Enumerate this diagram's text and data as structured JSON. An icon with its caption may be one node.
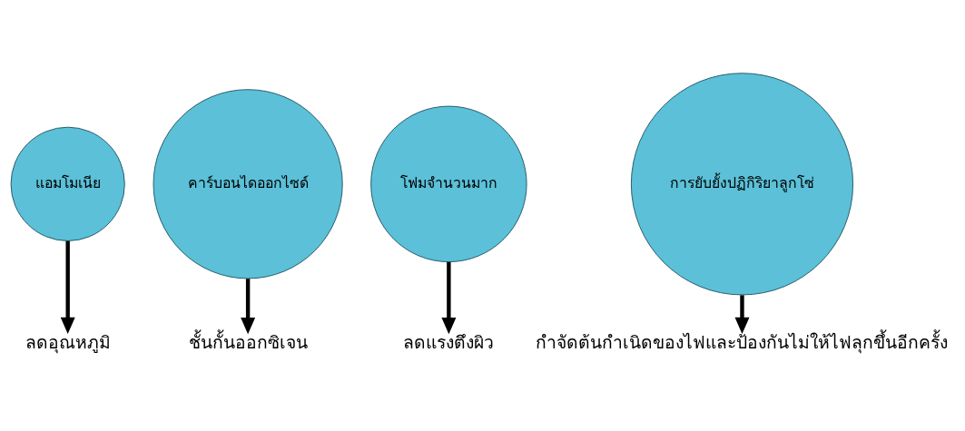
{
  "diagram": {
    "nodes": [
      {
        "text": [
          "แอมโมเนีย"
        ]
      },
      {
        "text": [
          "คาร์บอนไดออกไซด์"
        ]
      },
      {
        "text": [
          "โฟมจำนวนมาก"
        ]
      },
      {
        "text": [
          "การยับยั้งปฏิกิริยาลูกโซ่"
        ]
      },
      {
        "text": [
          "ลดอุณหภูมิ"
        ]
      },
      {
        "text": [
          "ชั้นกั้นออกซิเจน"
        ]
      },
      {
        "text": [
          "ลดแรงตึงผิว"
        ]
      },
      {
        "text": [
          "กำจัดต้นกำเนิดของไฟและป้องกันไม่ให้ไฟลุกขึ้นอีกครั้ง"
        ]
      }
    ],
    "edges": [
      {
        "from": 0,
        "to": 4,
        "arrow": "to"
      },
      {
        "from": 1,
        "to": 5,
        "arrow": "to"
      },
      {
        "from": 2,
        "to": 6,
        "arrow": "to"
      },
      {
        "from": 3,
        "to": 7,
        "arrow": "to"
      }
    ]
  }
}
